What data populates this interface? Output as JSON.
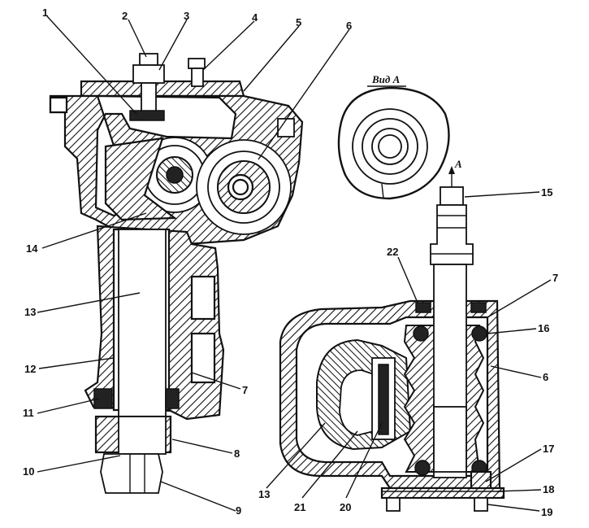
{
  "view_label": "Вид А",
  "arrow_label": "А",
  "labels": {
    "l1": "1",
    "l2": "2",
    "l3": "3",
    "l4": "4",
    "l5": "5",
    "l6a": "6",
    "l7a": "7",
    "l8": "8",
    "l9": "9",
    "l10": "10",
    "l11": "11",
    "l12": "12",
    "l13a": "13",
    "l14": "14",
    "l15": "15",
    "l22": "22",
    "l7b": "7",
    "l16": "16",
    "l6b": "6",
    "l17": "17",
    "l18": "18",
    "l19": "19",
    "l20": "20",
    "l21": "21",
    "l13b": "13"
  }
}
